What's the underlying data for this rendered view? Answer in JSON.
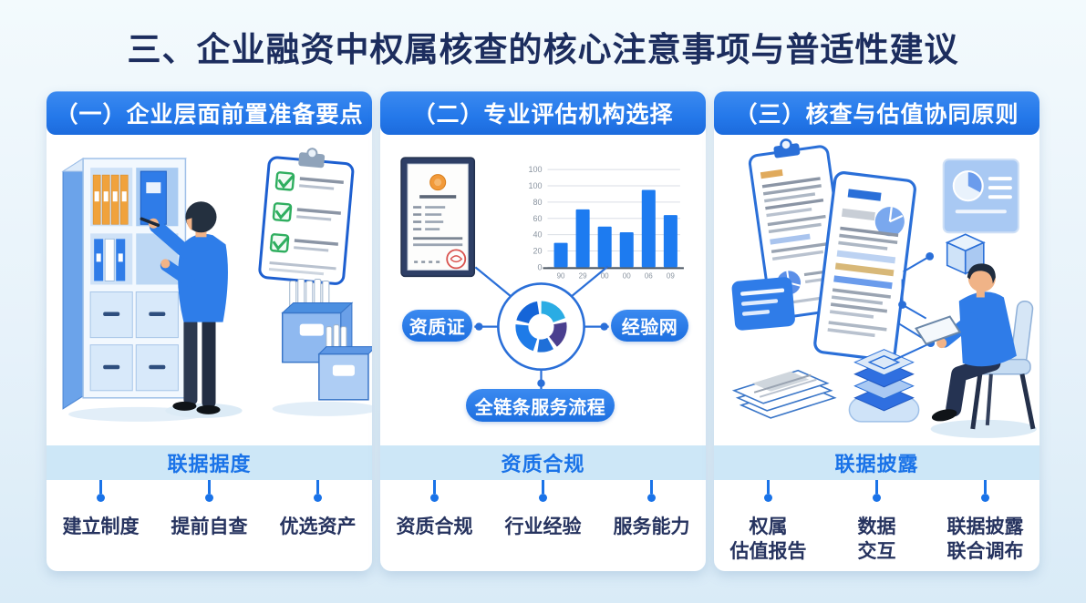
{
  "title": "三、企业融资中权属核查的核心注意事项与普适性建议",
  "panels": [
    {
      "header": "（一）企业层面前置准备要点",
      "band_label": "联据据度",
      "items": [
        "建立制度",
        "提前自查",
        "优选资产"
      ]
    },
    {
      "header": "（二）专业评估机构选择",
      "band_label": "资质合规",
      "hub": {
        "left_label": "资质证",
        "right_label": "经验网",
        "bottom_label": "全链条服务流程"
      },
      "items": [
        "资质合规",
        "行业经验",
        "服务能力"
      ]
    },
    {
      "header": "（三）核查与估值协同原则",
      "band_label": "联据披露",
      "items": [
        "权属\n估值报告",
        "数据\n交互",
        "联据披露\n联合调布"
      ]
    }
  ],
  "chart_data": [
    {
      "type": "bar",
      "location": "panel-2 top-right illustration",
      "title": "",
      "xlabel": "",
      "ylabel": "",
      "x": [
        "90",
        "29",
        "00",
        "00",
        "06",
        "09"
      ],
      "values": [
        30,
        71,
        50,
        43,
        95,
        64
      ],
      "y_ticks": [
        "100",
        "100",
        "80",
        "60",
        "40",
        "20",
        "0"
      ],
      "ylim": [
        0,
        100
      ],
      "grid": true,
      "legend": false,
      "bar_color": "#1d7bf0"
    },
    {
      "type": "pie",
      "location": "panel-2 center hub",
      "donut": true,
      "slices": [
        {
          "value": 22,
          "color": "#2aace4"
        },
        {
          "value": 20,
          "color": "#4a3f8f"
        },
        {
          "value": 13,
          "color": "#1f6fd8"
        },
        {
          "value": 24,
          "color": "#1e7be8"
        },
        {
          "value": 21,
          "color": "#1565d8"
        }
      ]
    }
  ],
  "colors": {
    "header_blue": "#2478ea",
    "title_navy": "#1c2d5e",
    "band_bg": "#cde7f7",
    "band_text": "#1a73e8",
    "item_text": "#26335f",
    "connector": "#1a73e8",
    "page_bg_top": "#f3fafd",
    "page_bg_bottom": "#d9ebf7",
    "card_bg": "#ffffff"
  }
}
